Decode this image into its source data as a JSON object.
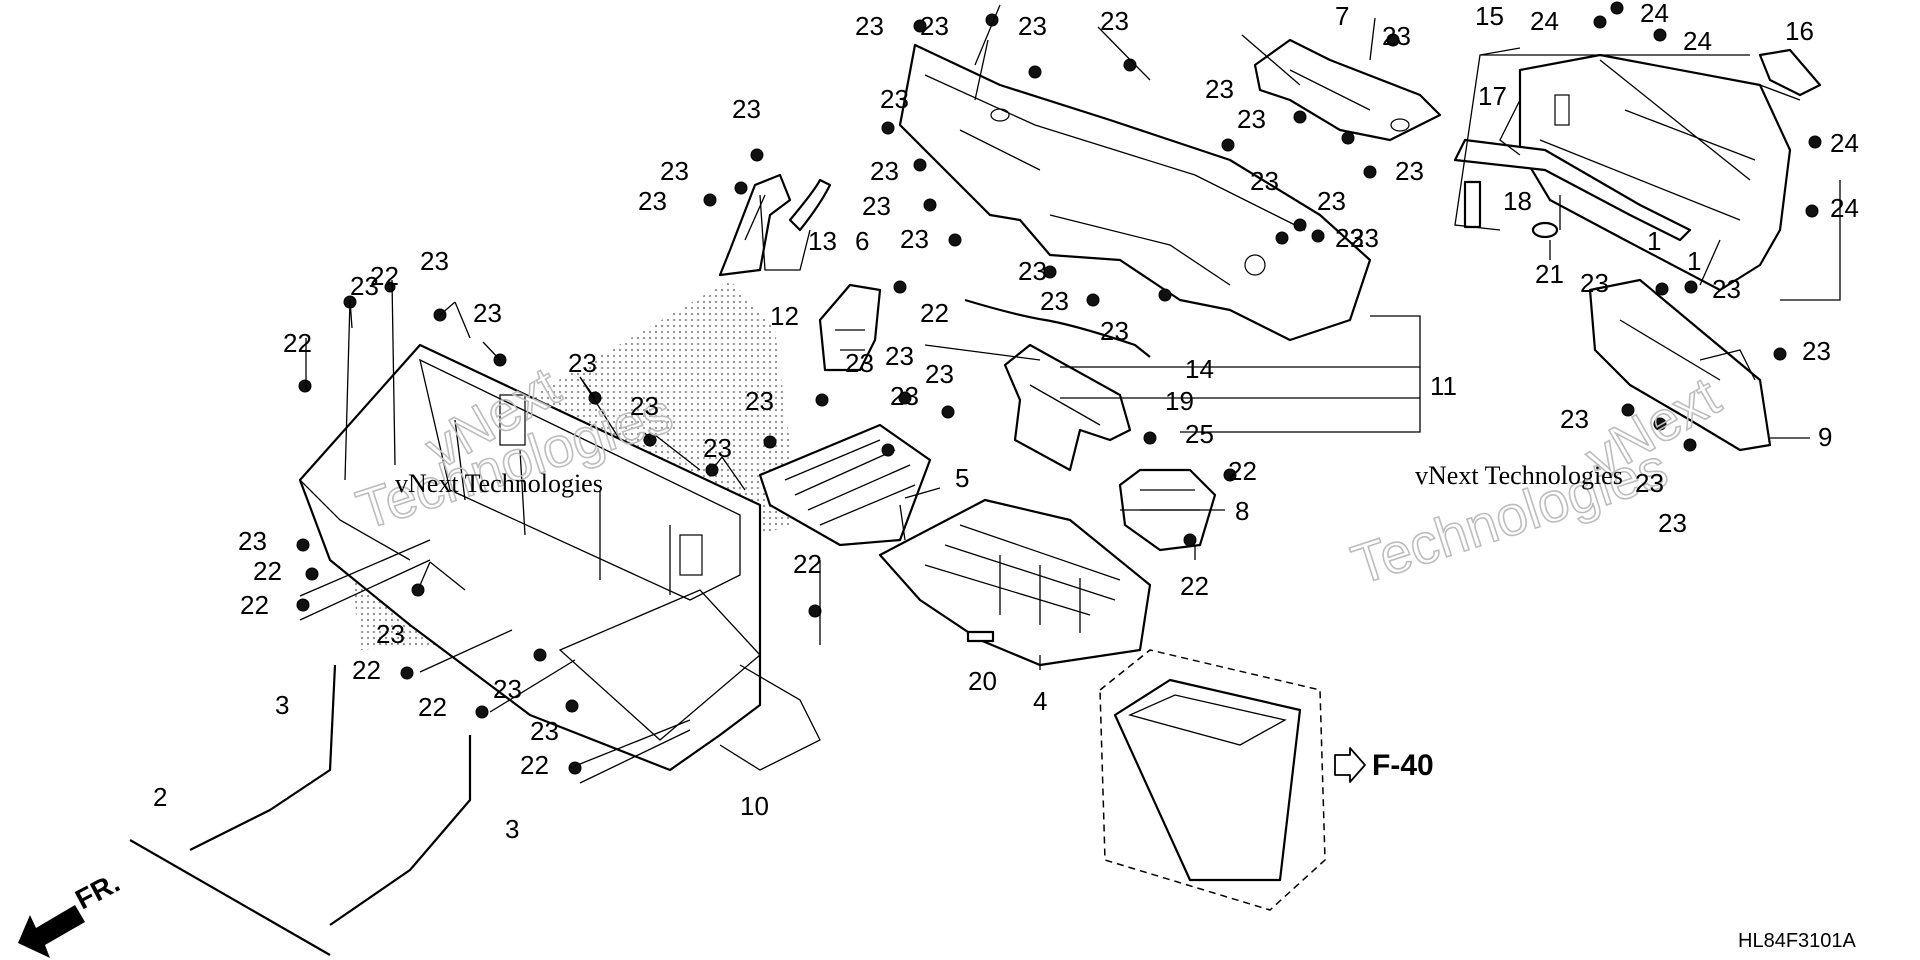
{
  "diagram": {
    "code": "HL84F3101A",
    "ref_label": "F-40",
    "front_label": "FR.",
    "watermark_lines": [
      "vNext Technologies",
      "Technologies",
      "vNext"
    ],
    "callouts": {
      "c1": "1",
      "c2": "2",
      "c3": "3",
      "c4": "4",
      "c5": "5",
      "c6": "6",
      "c7": "7",
      "c8": "8",
      "c9": "9",
      "c10": "10",
      "c11": "11",
      "c12": "12",
      "c13": "13",
      "c14": "14",
      "c15": "15",
      "c16": "16",
      "c17": "17",
      "c18": "18",
      "c19": "19",
      "c20": "20",
      "c21": "21",
      "c22": "22",
      "c23": "23",
      "c24": "24",
      "c25": "25"
    }
  }
}
